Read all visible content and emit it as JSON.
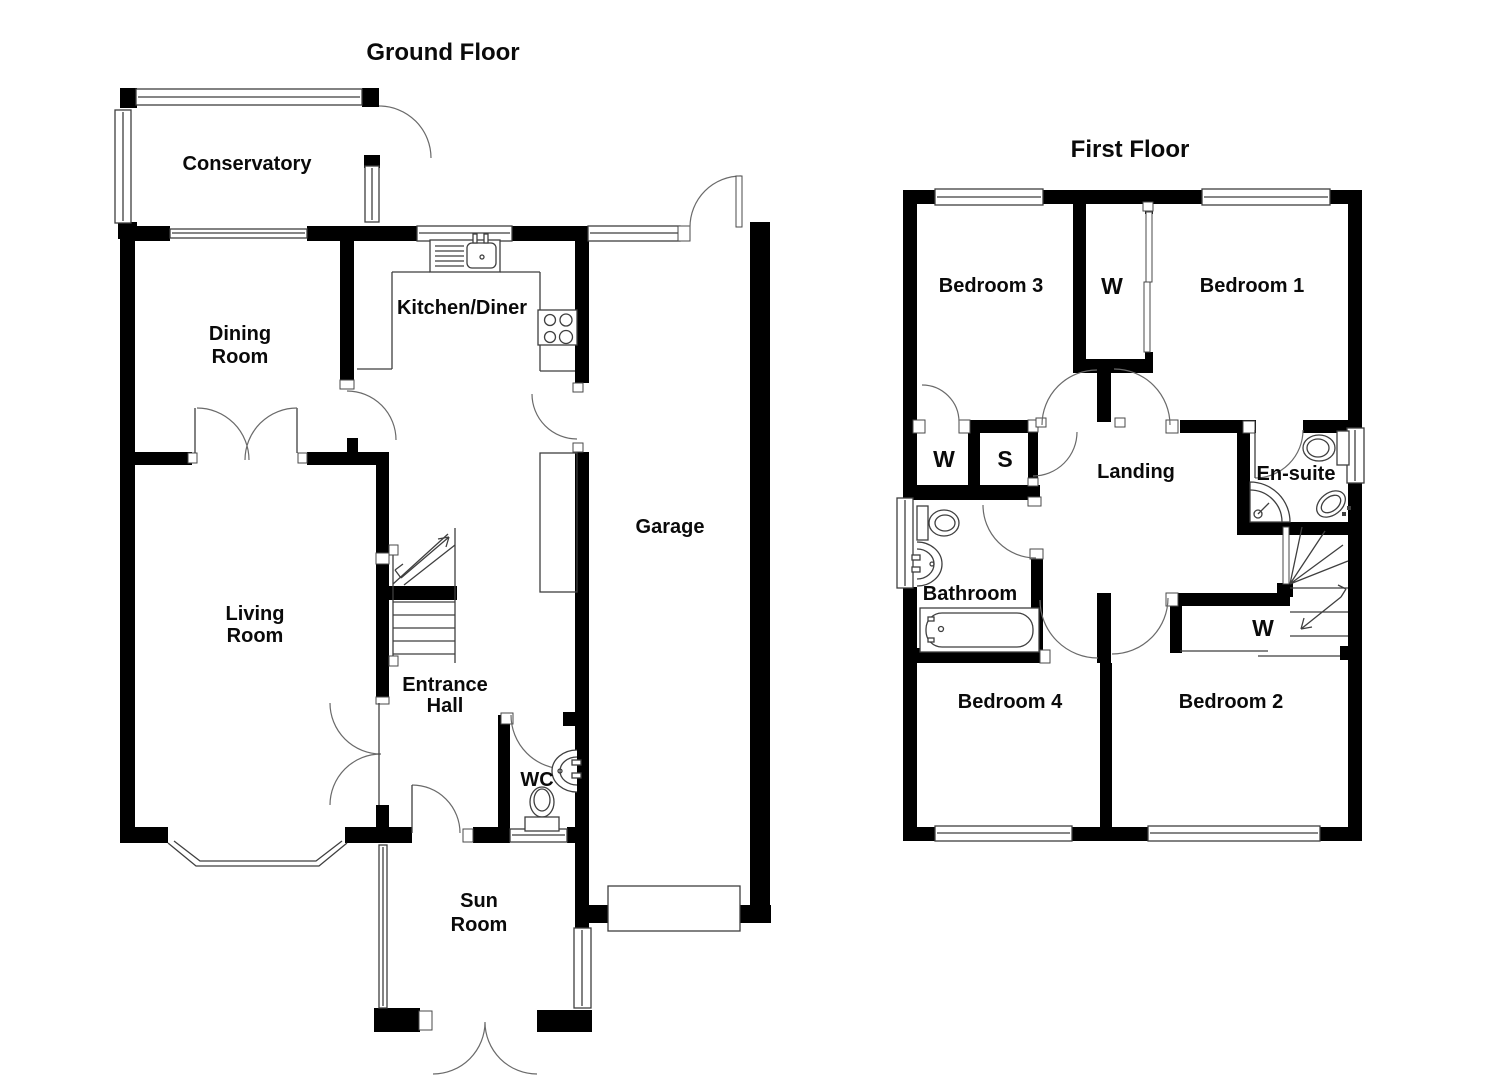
{
  "page": {
    "background": "#ffffff"
  },
  "style": {
    "wall_color": "#000000",
    "line_color": "#3f3f3f",
    "label_color": "#0a0a0a"
  },
  "ground_floor": {
    "title": "Ground Floor",
    "labels": {
      "conservatory": "Conservatory",
      "dining_line1": "Dining",
      "dining_line2": "Room",
      "kitchen": "Kitchen/Diner",
      "garage": "Garage",
      "living_line1": "Living",
      "living_line2": "Room",
      "hall_line1": "Entrance",
      "hall_line2": "Hall",
      "wc": "WC",
      "sun_line1": "Sun",
      "sun_line2": "Room"
    }
  },
  "first_floor": {
    "title": "First Floor",
    "labels": {
      "bedroom3": "Bedroom 3",
      "wardrobe_top": "W",
      "bedroom1": "Bedroom 1",
      "wardrobe_left": "W",
      "store": "S",
      "landing": "Landing",
      "ensuite": "En-suite",
      "bathroom": "Bathroom",
      "bedroom4": "Bedroom 4",
      "wardrobe_stairs": "W",
      "bedroom2": "Bedroom 2"
    }
  }
}
